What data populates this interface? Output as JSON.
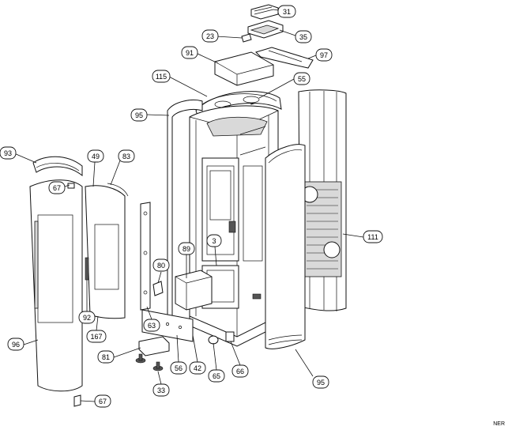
{
  "diagram": {
    "callouts": [
      {
        "id": "c31",
        "label": "31"
      },
      {
        "id": "c35",
        "label": "35"
      },
      {
        "id": "c23",
        "label": "23"
      },
      {
        "id": "c91",
        "label": "91"
      },
      {
        "id": "c97",
        "label": "97"
      },
      {
        "id": "c115",
        "label": "115"
      },
      {
        "id": "c55",
        "label": "55"
      },
      {
        "id": "c95a",
        "label": "95"
      },
      {
        "id": "c93",
        "label": "93"
      },
      {
        "id": "c49",
        "label": "49"
      },
      {
        "id": "c83",
        "label": "83"
      },
      {
        "id": "c67a",
        "label": "67"
      },
      {
        "id": "c111",
        "label": "111"
      },
      {
        "id": "c3",
        "label": "3"
      },
      {
        "id": "c89",
        "label": "89"
      },
      {
        "id": "c80",
        "label": "80"
      },
      {
        "id": "c92",
        "label": "92"
      },
      {
        "id": "c167",
        "label": "167"
      },
      {
        "id": "c63",
        "label": "63"
      },
      {
        "id": "c96",
        "label": "96"
      },
      {
        "id": "c81",
        "label": "81"
      },
      {
        "id": "c56",
        "label": "56"
      },
      {
        "id": "c42",
        "label": "42"
      },
      {
        "id": "c65",
        "label": "65"
      },
      {
        "id": "c66",
        "label": "66"
      },
      {
        "id": "c95b",
        "label": "95"
      },
      {
        "id": "c33",
        "label": "33"
      },
      {
        "id": "c67b",
        "label": "67"
      }
    ],
    "corner_tag": "NER"
  }
}
